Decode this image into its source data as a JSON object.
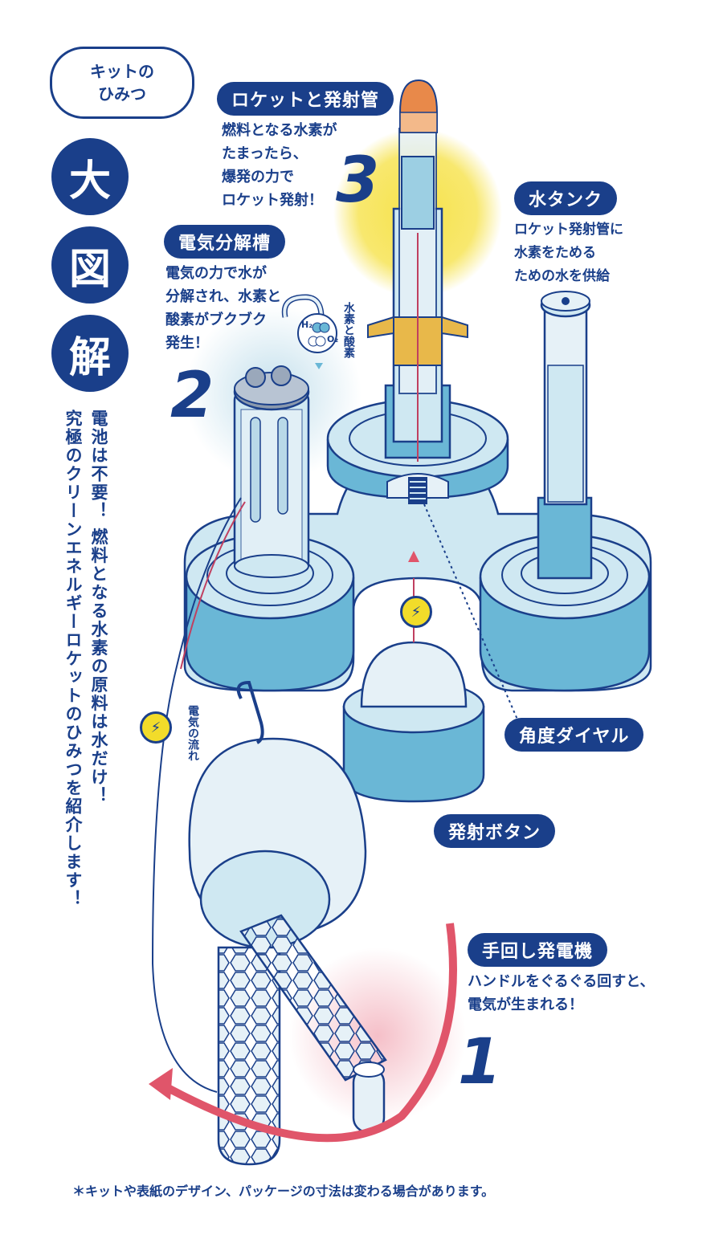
{
  "header": {
    "bubble_text": "キットの\nひみつ",
    "title_chars": [
      "大",
      "図",
      "解"
    ]
  },
  "intro": {
    "line1": "電池は不要！ 燃料となる水素の原料は水だけ！",
    "line2": "究極のクリーンエネルギーロケットのひみつを紹介します！"
  },
  "sections": {
    "rocket": {
      "number": "3",
      "label": "ロケットと発射管",
      "desc": "燃料となる水素が\nたまったら、\n爆発の力で\nロケット発射！"
    },
    "water_tank": {
      "label": "水タンク",
      "desc": "ロケット発射管に\n水素をためる\nための水を供給"
    },
    "electrolysis": {
      "number": "2",
      "label": "電気分解槽",
      "desc": "電気の力で水が\n分解され、水素と\n酸素がブクブク\n発生！"
    },
    "angle_dial": {
      "label": "角度ダイヤル"
    },
    "launch_button": {
      "label": "発射ボタン"
    },
    "generator": {
      "number": "1",
      "label": "手回し発電機",
      "desc": "ハンドルをぐるぐる回すと、\n電気が生まれる！"
    }
  },
  "annotations": {
    "gas_label": "水素と酸素",
    "h2": "H₂",
    "o2": "O₂",
    "current_label": "電気の流れ"
  },
  "footnote": "＊キットや表紙のデザイン、パッケージの寸法は変わる場合があります。",
  "colors": {
    "navy": "#1a3f8a",
    "base_blue": "#6ab7d6",
    "light_blue": "#cfe8f2",
    "rocket_orange": "#e8894a",
    "fin_yellow": "#e8b84a",
    "spark_yellow": "#f2dc2a",
    "arrow_red": "#e0556a"
  }
}
